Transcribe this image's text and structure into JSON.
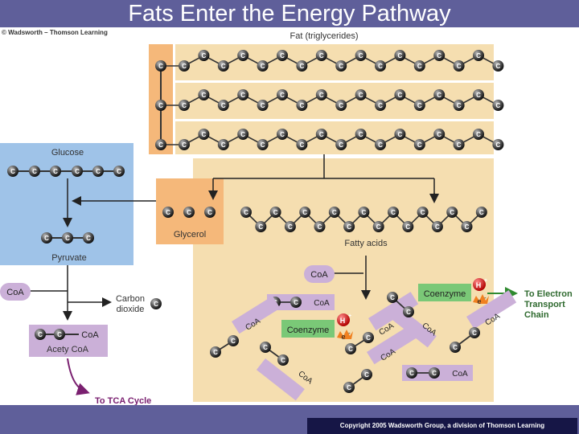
{
  "slide": {
    "title": "Fats Enter the Energy Pathway",
    "credit": "© Wadsworth – Thomson Learning",
    "copyright": "Copyright 2005 Wadsworth Group, a division of Thomson Learning"
  },
  "labels": {
    "fat": "Fat (triglycerides)",
    "glucose": "Glucose",
    "pyruvate": "Pyruvate",
    "glycerol": "Glycerol",
    "fatty_acids": "Fatty acids",
    "coa": "CoA",
    "carbon": "Carbon",
    "dioxide": "dioxide",
    "acetyl_coa": "Acety CoA",
    "coenzyme": "Coenzyme",
    "to_tca": "To TCA Cycle",
    "to_etc_1": "To Electron",
    "to_etc_2": "Transport",
    "to_etc_3": "Chain",
    "carbon_atom": "C",
    "hydrogen": "H",
    "plus": "+",
    "electron": "e",
    "minus": "-"
  },
  "colors": {
    "header": "#5f5f9a",
    "glucose_panel": "#9fc3e8",
    "fat_panel": "#f5deb0",
    "glycerol_box": "#f5b87a",
    "acetyl_box": "#cbb0d8",
    "coenzyme_box": "#7ac877",
    "tca_text": "#7a2070",
    "etc_text": "#2f6a2f"
  }
}
